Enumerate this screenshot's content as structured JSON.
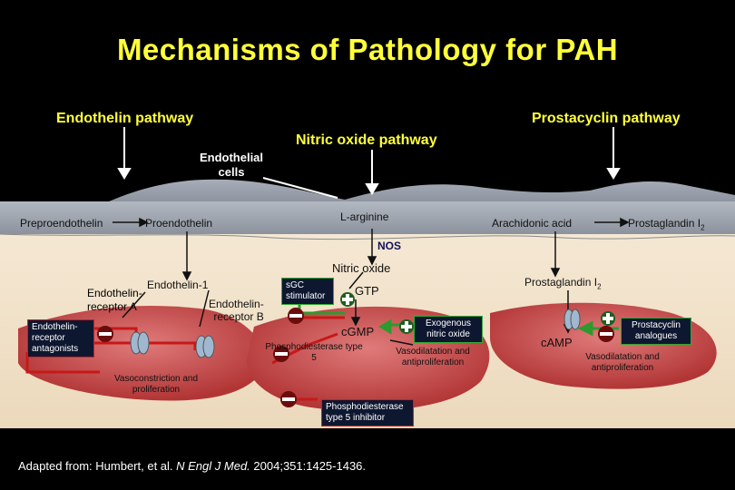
{
  "title": "Mechanisms of Pathology for PAH",
  "pathways": {
    "endothelin": "Endothelin pathway",
    "prostacyclin": "Prostacyclin pathway",
    "nitric_oxide": "Nitric oxide pathway"
  },
  "endothelial_cells": [
    "Endothelial",
    "cells"
  ],
  "labels": {
    "preproendothelin": "Preproendothelin",
    "proendothelin": "Proendothelin",
    "l_arginine": "L-arginine",
    "arachidonic_acid": "Arachidonic acid",
    "prostaglandin_top": "Prostaglandin I",
    "prostaglandin_top_sub": "2",
    "nos": "NOS",
    "nitric_oxide": "Nitric oxide",
    "prostaglandin_mid": "Prostaglandin I",
    "prostaglandin_mid_sub": "2",
    "endothelin_1": "Endothelin-1",
    "receptor_a": [
      "Endothelin-",
      "receptor A"
    ],
    "receptor_b": [
      "Endothelin-",
      "receptor B"
    ],
    "gtp": "GTP",
    "cgmp": "cGMP",
    "camp": "cAMP",
    "pde5": [
      "Phosphodiesterase type",
      "5"
    ],
    "vasodilatation_no": [
      "Vasodilatation and",
      "antiproliferation"
    ],
    "vasodilatation_pc": [
      "Vasodilatation and",
      "antiproliferation"
    ],
    "vasoconstriction": [
      "Vasoconstriction and",
      "proliferation"
    ]
  },
  "drug_boxes": {
    "era": [
      "Endothelin-",
      "receptor",
      "antagonists"
    ],
    "sgc": [
      "sGC",
      "stimulator"
    ],
    "exogenous_no": [
      "Exogenous",
      "nitric oxide"
    ],
    "prostacyclin_analogues": [
      "Prostacyclin",
      "analogues"
    ],
    "pde5_inhibitor": [
      "Phosphodiesterase",
      "type 5 inhibitor"
    ]
  },
  "citation": {
    "prefix": "Adapted from: Humbert, et al. ",
    "journal": "N Engl J Med.",
    "suffix": " 2004;351:1425-1436."
  },
  "colors": {
    "title": "#ffff3a",
    "inhibit": "#c81818",
    "stimulate": "#2e9a2e",
    "tissue": "#f2e4cc"
  }
}
